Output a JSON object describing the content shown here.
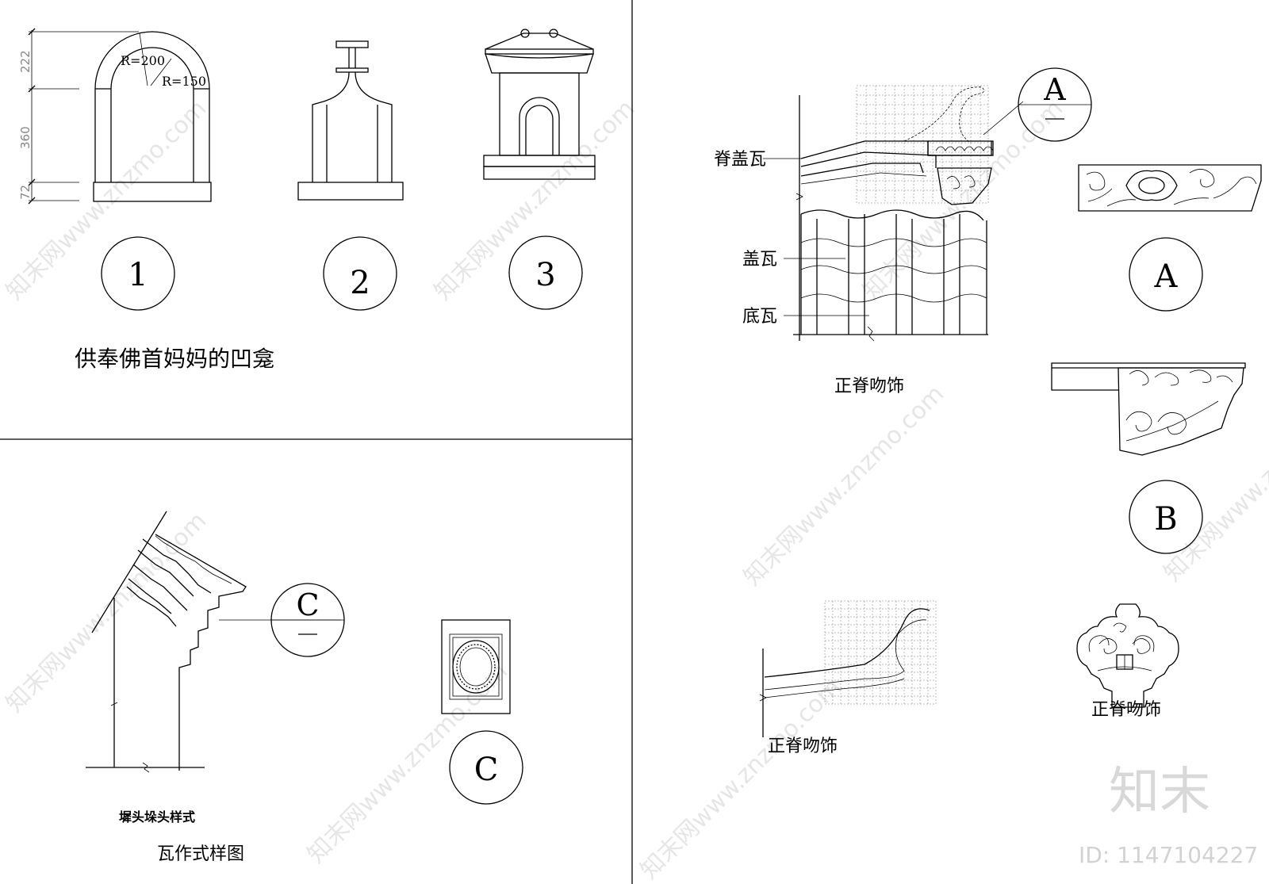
{
  "panel_tl": {
    "dim_labels": [
      "222",
      "360",
      "72"
    ],
    "radius_labels": [
      "R=200",
      "R=150"
    ],
    "markers": [
      "1",
      "2",
      "3"
    ],
    "caption": "供奉佛首妈妈的凹龛"
  },
  "panel_right": {
    "detail_marker_top": "A",
    "labels": [
      "脊盖瓦",
      "盖瓦",
      "底瓦"
    ],
    "caption_main": "正脊吻饰",
    "marker_a": "A",
    "marker_b": "B",
    "caption_left_small": "正脊吻饰",
    "caption_right_small": "正脊吻饰"
  },
  "panel_bl": {
    "detail_marker": "C",
    "marker_c": "C",
    "caption_small": "墀头垛头样式",
    "caption_main": "瓦作式样图"
  },
  "watermark": {
    "site": "知末网www.znzmo.com",
    "logo": "知末",
    "id_text": "ID: 1147104227"
  },
  "colors": {
    "line": "#000000",
    "watermark": "#c8c8c8"
  }
}
